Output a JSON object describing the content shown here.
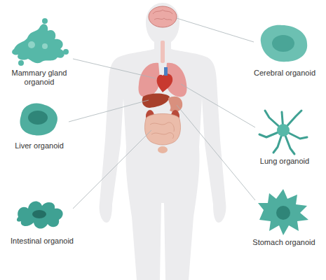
{
  "diagram": {
    "labels": [
      "Mammary gland organoid",
      "Cerebral organoid",
      "Liver organoid",
      "Lung organoid",
      "Intestinal organoid",
      "Stomach organoid"
    ]
  }
}
